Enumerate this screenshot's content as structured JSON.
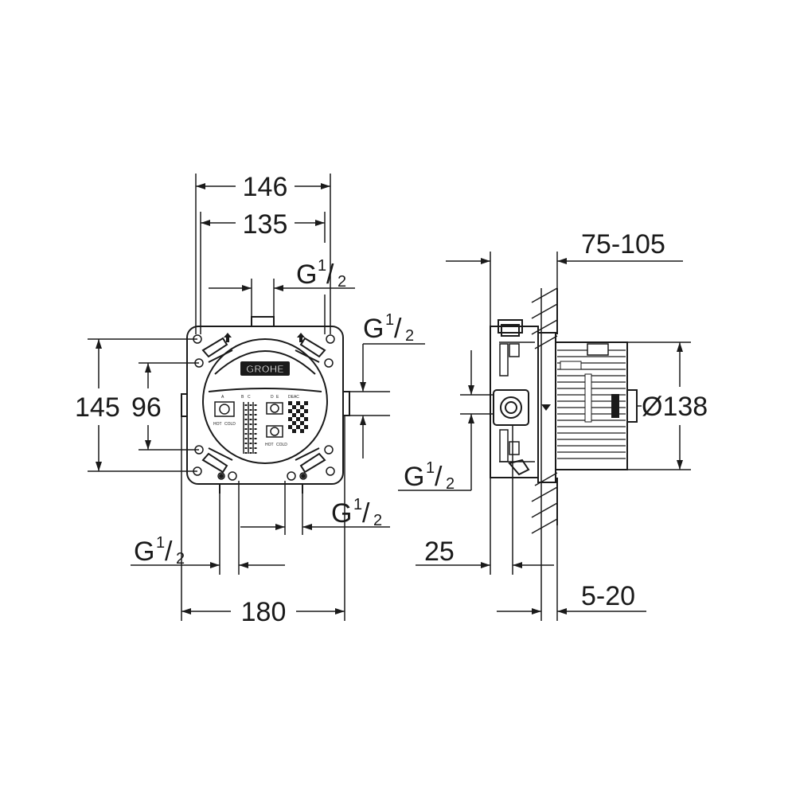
{
  "front_view": {
    "dim_width_outer": "146",
    "dim_width_inner": "135",
    "dim_height_outer": "145",
    "dim_height_inner": "96",
    "dim_total_width": "180",
    "thread_top": {
      "g": "G",
      "num": "1",
      "den": "2"
    },
    "thread_right": {
      "g": "G",
      "num": "1",
      "den": "2"
    },
    "thread_bottom_left": {
      "g": "G",
      "num": "1",
      "den": "2"
    },
    "thread_bottom_right": {
      "g": "G",
      "num": "1",
      "den": "2"
    },
    "brand_logo": "GROHE",
    "panel_labels": [
      "A",
      "B",
      "C",
      "D",
      "E",
      "DEAC",
      "HOT",
      "COLD",
      "HOT",
      "COLD"
    ]
  },
  "side_view": {
    "dim_depth_range": "75-105",
    "dim_diameter": "Ø138",
    "dim_offset": "25",
    "dim_tile_range": "5-20",
    "thread_side": {
      "g": "G",
      "num": "1",
      "den": "2"
    }
  }
}
